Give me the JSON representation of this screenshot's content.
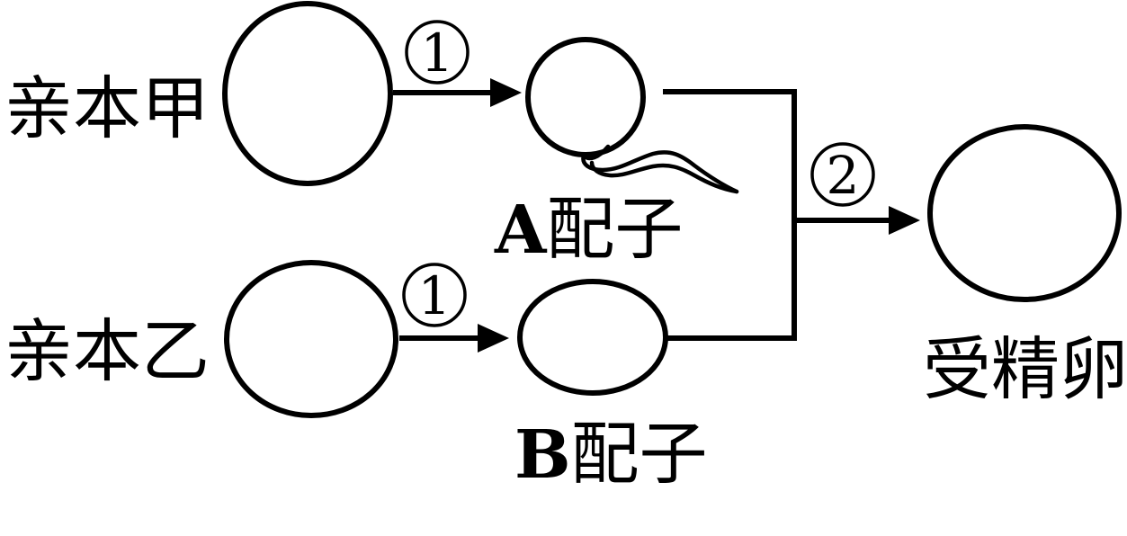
{
  "diagram": {
    "colors": {
      "background": "#ffffff",
      "stroke": "#000000"
    },
    "parents": [
      {
        "label": "亲本甲"
      },
      {
        "label": "亲本乙"
      }
    ],
    "gametes": [
      {
        "letter": "A",
        "word": "配子"
      },
      {
        "letter": "B",
        "word": "配子"
      }
    ],
    "zygote": {
      "label": "受精卵"
    },
    "circled_numbers": {
      "step1_top": "1",
      "step1_bottom": "1",
      "step2": "2"
    }
  }
}
